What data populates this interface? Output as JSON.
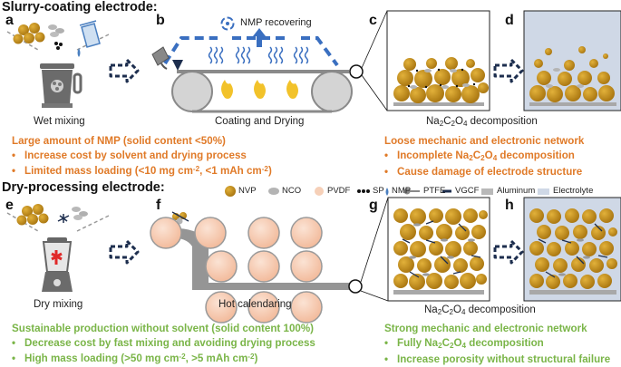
{
  "slurry": {
    "title": "Slurry-coating electrode:",
    "panel_a": "a",
    "panel_b": "b",
    "panel_c": "c",
    "panel_d": "d",
    "cap_a": "Wet mixing",
    "cap_b": "Coating and Drying",
    "nmp_recover": "NMP recovering",
    "cap_c_pre": "Na",
    "cap_c_sub1": "2",
    "cap_c_mid": "C",
    "cap_c_sub2": "2",
    "cap_c_o": "O",
    "cap_c_sub3": "4",
    "cap_c_post": " decomposition",
    "left_head": "Large amount of NMP (solid content <50%)",
    "left_b1": "Increase cost by solvent and drying process",
    "left_b2_pre": "Limited mass loading (<10 mg cm",
    "left_b2_sup": "-2",
    "left_b2_mid": ", <1 mAh cm",
    "left_b2_sup2": "-2",
    "left_b2_post": ")",
    "right_head": "Loose mechanic and electronic network",
    "right_b1_pre": "Incomplete Na",
    "right_b1_post": " decomposition",
    "right_b2": "Cause damage of electrode structure"
  },
  "dry": {
    "title": "Dry-processing electrode:",
    "panel_e": "e",
    "panel_f": "f",
    "panel_g": "g",
    "panel_h": "h",
    "cap_e": "Dry mixing",
    "cap_f": "Hot calendaring",
    "cap_g_post": " decomposition",
    "left_head": "Sustainable production without solvent (solid content 100%)",
    "left_b1": "Decrease cost by fast mixing and avoiding drying process",
    "left_b2_pre": "High mass loading (>50 mg cm",
    "left_b2_sup": "-2",
    "left_b2_mid": ", >5 mAh cm",
    "left_b2_sup2": "-2",
    "left_b2_post": ")",
    "right_head": "Strong mechanic and electronic network",
    "right_b1_pre": "Fully Na",
    "right_b1_post": " decomposition",
    "right_b2": "Increase porosity without structural failure"
  },
  "bullet": "•",
  "legend": {
    "nvp": "NVP",
    "nco": "NCO",
    "pvdf": "PVDF",
    "sp": "SP",
    "nmp": "NMP",
    "ptfe": "PTFE",
    "vgcf": "VGCF",
    "aluminum": "Aluminum",
    "electrolyte": "Electrolyte"
  },
  "colors": {
    "nvp": "#c8961e",
    "nco": "#b4b4b4",
    "pvdf": "#f6d0b8",
    "ptfe": "#888888",
    "vgcf": "#1d2e4e",
    "arrow": "#1d2e4e",
    "flow_dash": "#3a6fc0",
    "orange_text": "#e07a28",
    "green_text": "#7ab548",
    "electrolyte": "#cfd8e6",
    "flame": "#f2c22a"
  }
}
